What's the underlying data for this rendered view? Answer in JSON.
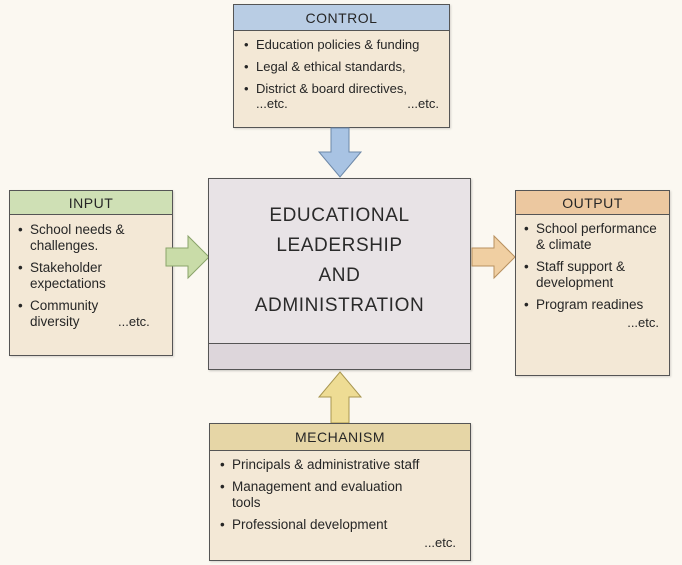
{
  "center": {
    "lines": [
      "EDUCATIONAL",
      "LEADERSHIP",
      "AND",
      "ADMINISTRATION"
    ]
  },
  "control": {
    "title": "CONTROL",
    "items": [
      "Education policies & funding",
      "Legal & ethical standards,",
      "District & board directives,"
    ],
    "etc_left": "...etc.",
    "etc_right": "...etc."
  },
  "input": {
    "title": "INPUT",
    "items": [
      "School needs & challenges.",
      "Stakeholder expectations",
      "Community diversity"
    ],
    "etc": "...etc."
  },
  "output": {
    "title": "OUTPUT",
    "items": [
      "School performance & climate",
      "Staff support & development",
      "Program readines"
    ],
    "etc": "...etc."
  },
  "mechanism": {
    "title": "MECHANISM",
    "items": [
      "Principals & administrative staff",
      "Management and evaluation tools",
      "Professional development"
    ],
    "etc": "...etc."
  },
  "colors": {
    "control_header": "#b9cde4",
    "input_header": "#cfe0b5",
    "output_header": "#ecc8a0",
    "mechanism_header": "#e6d6a6",
    "box_fill": "#f3e8d6",
    "center_fill": "#e8e3e6",
    "arrow_control": "#a8c3e3",
    "arrow_input": "#c9dca8",
    "arrow_output": "#f0cfa2",
    "arrow_mechanism": "#eedc94"
  }
}
